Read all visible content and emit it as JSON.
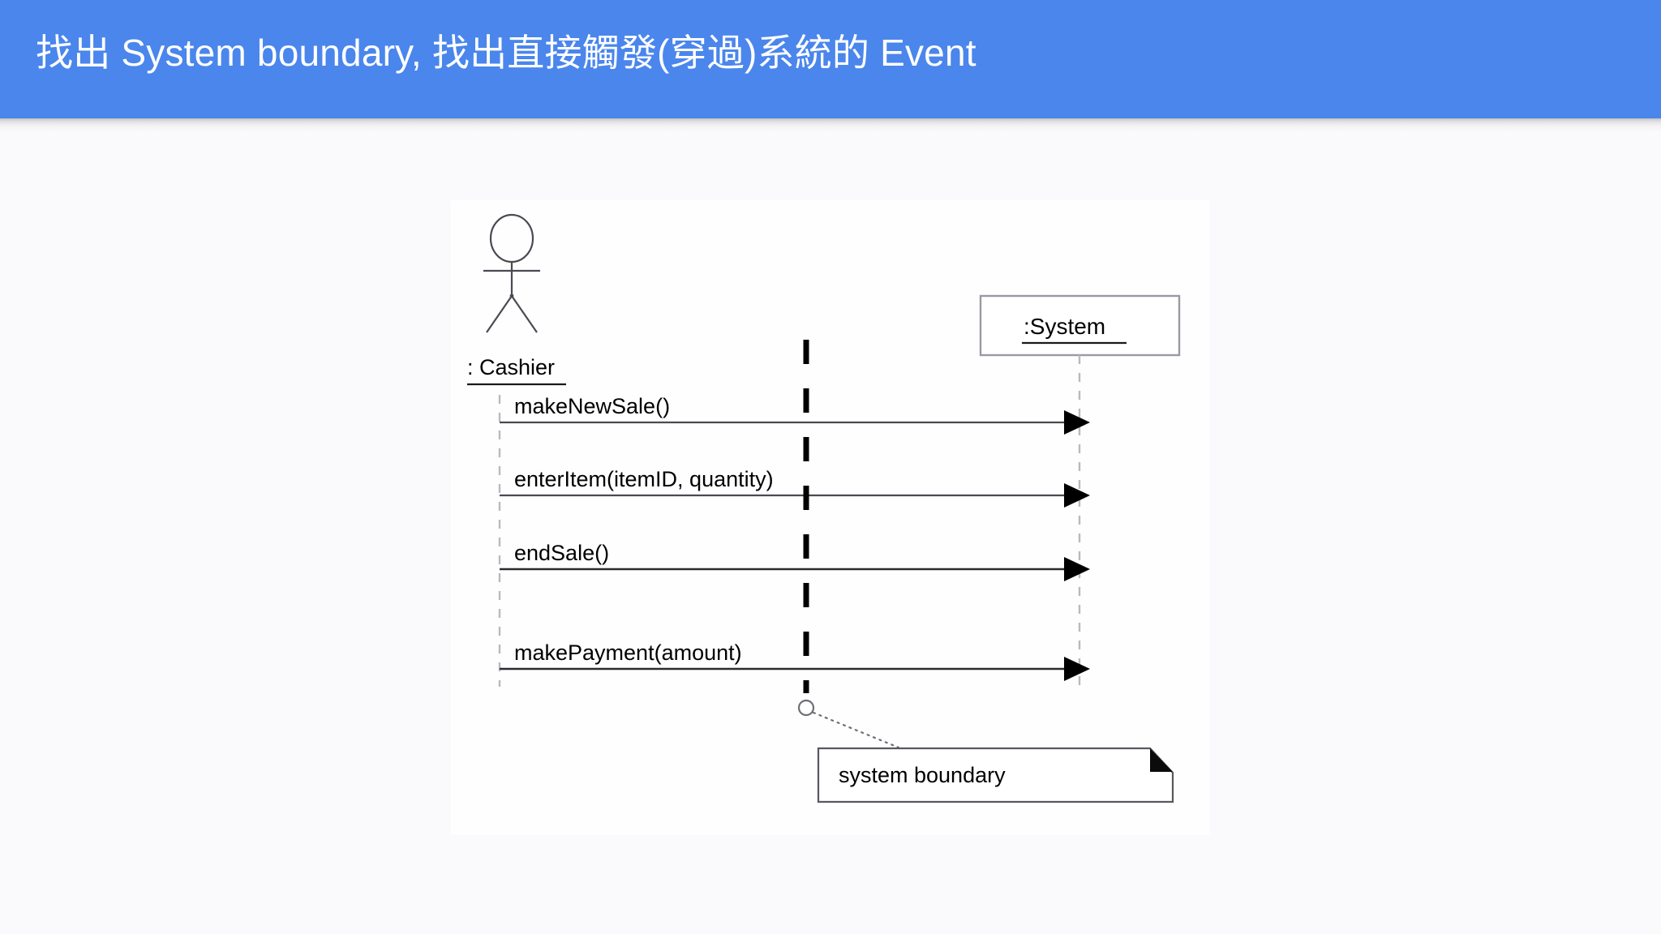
{
  "slide": {
    "background_color": "#faf9fc",
    "header": {
      "background_color": "#4a86ec",
      "text_color": "#ffffff",
      "title": "找出 System boundary, 找出直接觸發(穿過)系統的 Event"
    }
  },
  "diagram": {
    "kind": "uml-system-sequence-diagram",
    "panel_background": "#fefeff",
    "actor": {
      "name": ": Cashier",
      "shape": "stick-figure",
      "lifeline_style": "dashed"
    },
    "system": {
      "name": ":System",
      "shape": "rectangle",
      "lifeline_style": "dashed"
    },
    "messages": [
      {
        "index": 1,
        "label": "makeNewSale()",
        "from": "actor",
        "to": "system",
        "arrow": "filled-solid"
      },
      {
        "index": 2,
        "label": "enterItem(itemID, quantity)",
        "from": "actor",
        "to": "system",
        "arrow": "filled-solid"
      },
      {
        "index": 3,
        "label": "endSale()",
        "from": "actor",
        "to": "system",
        "arrow": "filled-solid"
      },
      {
        "index": 4,
        "label": "makePayment(amount)",
        "from": "actor",
        "to": "system",
        "arrow": "filled-solid"
      }
    ],
    "boundary": {
      "style": "thick-black-dashed-vertical",
      "color": "#000000",
      "note_label": "system boundary",
      "note_shape": "folded-corner-note",
      "leader_style": "dotted-with-circle-anchor"
    }
  }
}
